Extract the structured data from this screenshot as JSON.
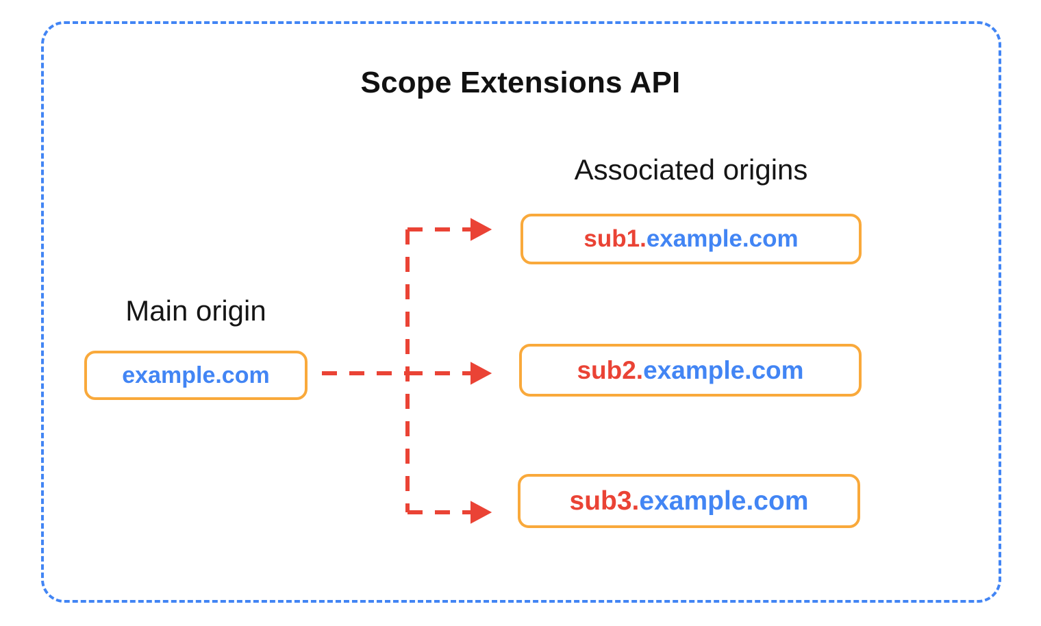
{
  "diagram": {
    "title": "Scope Extensions API",
    "container_border_color": "#4285F4",
    "box_border_color": "#F9A93B",
    "arrow_color": "#EA4335",
    "subdomain_text_color": "#EA4335",
    "domain_text_color": "#4285F4",
    "title_text_color": "#111111"
  },
  "main_origin": {
    "label": "Main origin",
    "box": {
      "sub": "",
      "domain": "example.com",
      "full": "example.com"
    }
  },
  "associated_origins": {
    "label": "Associated origins",
    "boxes": [
      {
        "sub": "sub1.",
        "domain": "example.com",
        "full": "sub1.example.com"
      },
      {
        "sub": "sub2.",
        "domain": "example.com",
        "full": "sub2.example.com"
      },
      {
        "sub": "sub3.",
        "domain": "example.com",
        "full": "sub3.example.com"
      }
    ]
  },
  "connectors": {
    "style": "dashed-arrow",
    "count": 3,
    "from": "example.com",
    "to": [
      "sub1.example.com",
      "sub2.example.com",
      "sub3.example.com"
    ]
  }
}
